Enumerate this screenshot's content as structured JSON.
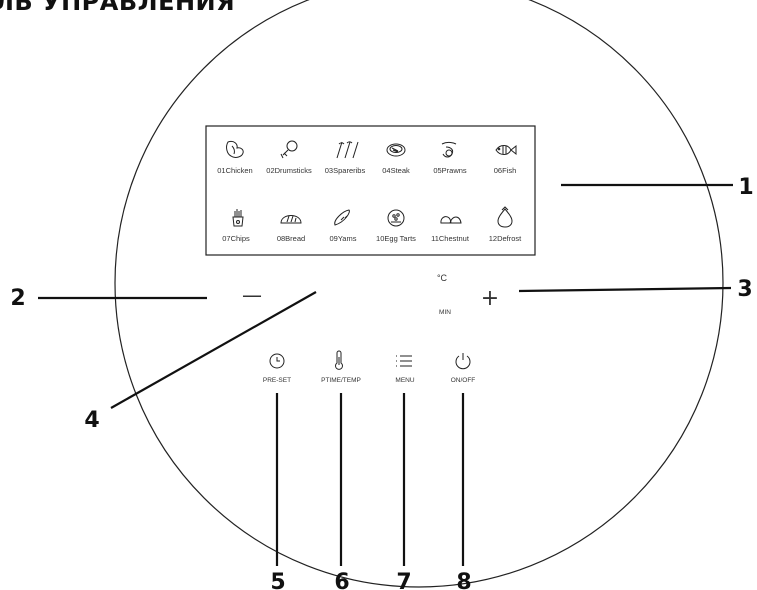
{
  "heading": "ЛЬ УПРАВЛЕНИЯ",
  "menu_items": [
    {
      "label": "01Chicken",
      "icon": "chicken-icon"
    },
    {
      "label": "02Drumsticks",
      "icon": "drumstick-icon"
    },
    {
      "label": "03Spareribs",
      "icon": "spareribs-icon"
    },
    {
      "label": "04Steak",
      "icon": "steak-icon"
    },
    {
      "label": "05Prawns",
      "icon": "prawn-icon"
    },
    {
      "label": "06Fish",
      "icon": "fish-icon"
    },
    {
      "label": "07Chips",
      "icon": "chips-icon"
    },
    {
      "label": "08Bread",
      "icon": "bread-icon"
    },
    {
      "label": "09Yams",
      "icon": "yam-icon"
    },
    {
      "label": "10Egg Tarts",
      "icon": "egg-tart-icon"
    },
    {
      "label": "11Chestnut",
      "icon": "chestnut-icon"
    },
    {
      "label": "12Defrost",
      "icon": "defrost-icon"
    }
  ],
  "display": {
    "temp_unit": "°C",
    "time_unit": "MIN"
  },
  "controls": {
    "minus": "—",
    "plus": "+",
    "preset": "PRE-SET",
    "ptime_temp": "PTIME/TEMP",
    "menu": "MENU",
    "onoff": "ON/OFF"
  },
  "callouts": [
    "1",
    "2",
    "3",
    "4",
    "5",
    "6",
    "7",
    "8"
  ]
}
